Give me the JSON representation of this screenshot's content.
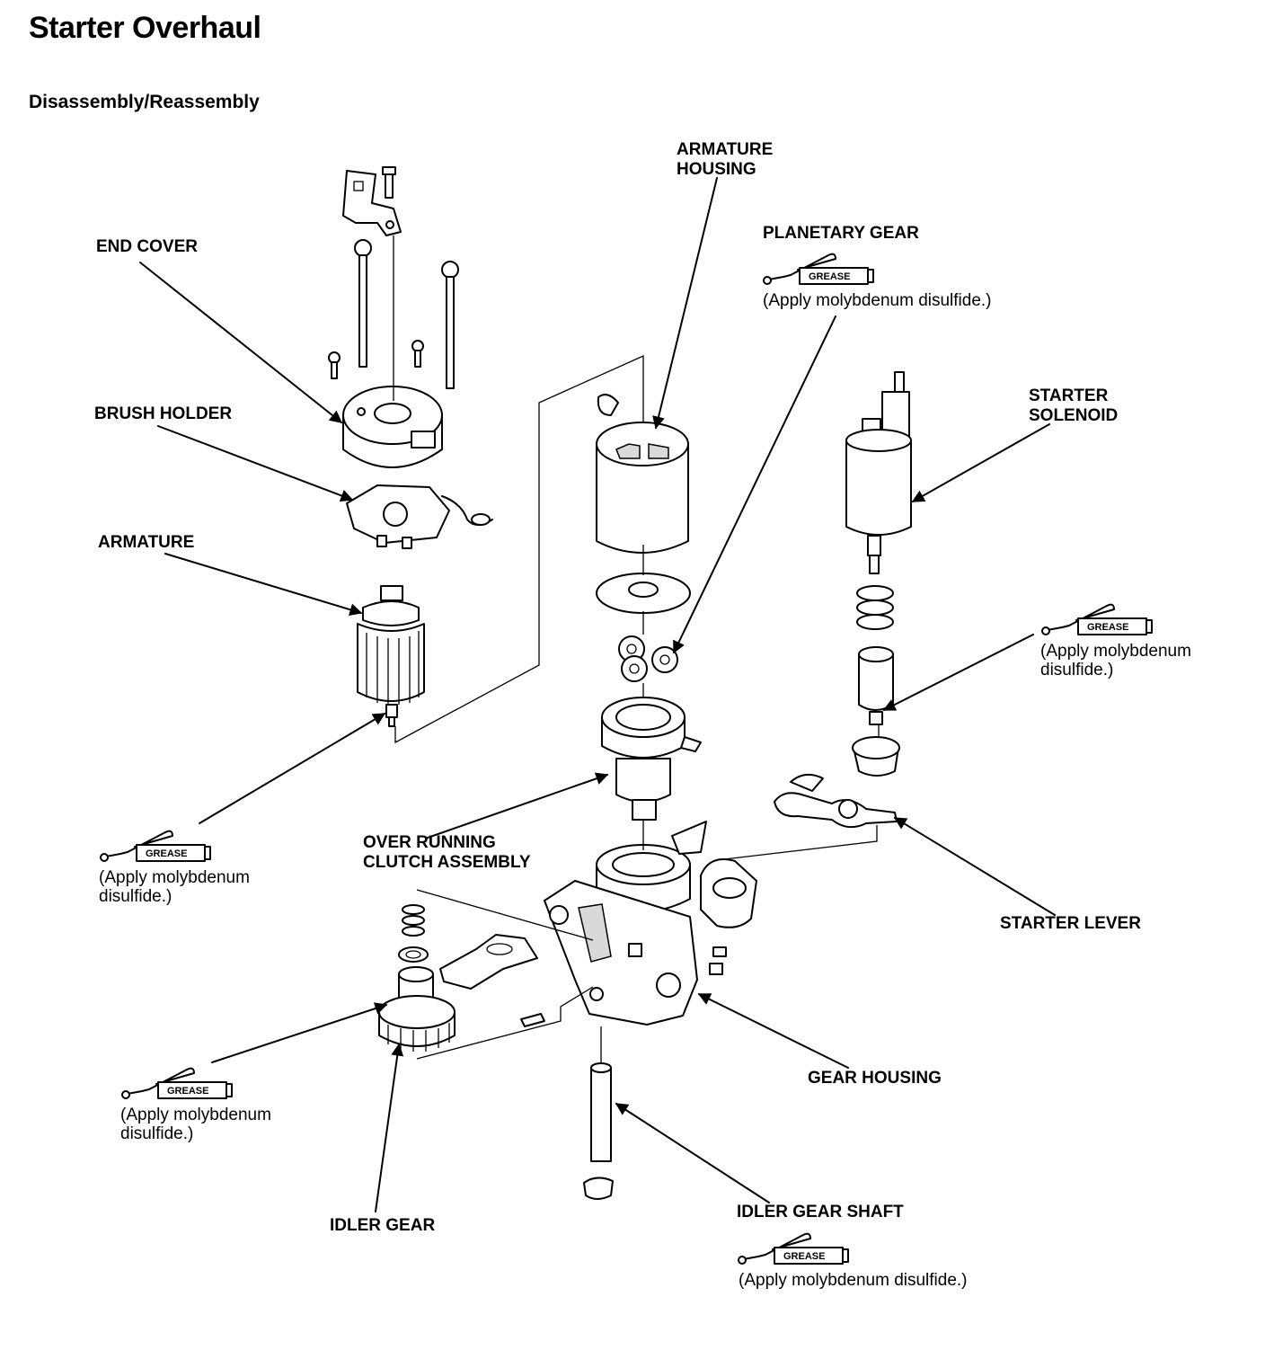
{
  "title": "Starter Overhaul",
  "subtitle": "Disassembly/Reassembly",
  "labels": {
    "end_cover": "END COVER",
    "brush_holder": "BRUSH HOLDER",
    "armature": "ARMATURE",
    "armature_housing": [
      "ARMATURE",
      "HOUSING"
    ],
    "planetary_gear": "PLANETARY GEAR",
    "starter_solenoid": [
      "STARTER",
      "SOLENOID"
    ],
    "over_running_clutch": [
      "OVER RUNNING",
      "CLUTCH ASSEMBLY"
    ],
    "starter_lever": "STARTER LEVER",
    "gear_housing": "GEAR HOUSING",
    "idler_gear": "IDLER GEAR",
    "idler_gear_shaft": "IDLER GEAR SHAFT"
  },
  "grease_text": "GREASE",
  "notes": {
    "planetary": [
      "(Apply molybdenum disulfide.)"
    ],
    "solenoid": [
      "(Apply molybdenum",
      "disulfide.)"
    ],
    "armature": [
      "(Apply molybdenum",
      "disulfide.)"
    ],
    "idler": [
      "(Apply molybdenum",
      "disulfide.)"
    ],
    "shaft": [
      "(Apply molybdenum disulfide.)"
    ]
  }
}
